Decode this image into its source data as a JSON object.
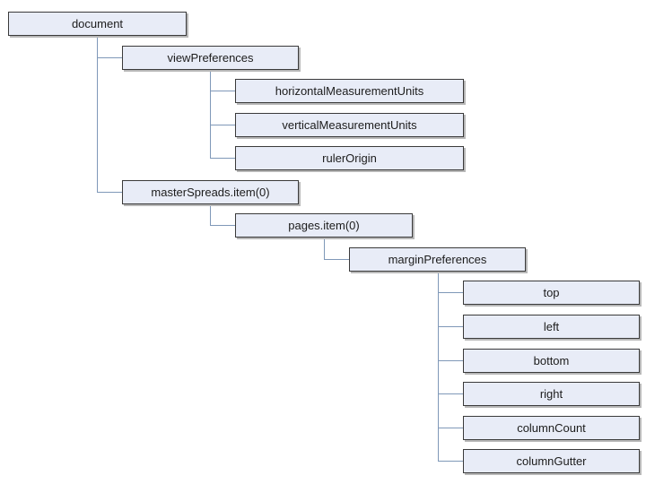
{
  "diagram": {
    "nodes": {
      "document": "document",
      "viewPreferences": "viewPreferences",
      "horizontalMeasurementUnits": "horizontalMeasurementUnits",
      "verticalMeasurementUnits": "verticalMeasurementUnits",
      "rulerOrigin": "rulerOrigin",
      "masterSpreads": "masterSpreads.item(0)",
      "pages": "pages.item(0)",
      "marginPreferences": "marginPreferences",
      "top": "top",
      "left": "left",
      "bottom": "bottom",
      "right": "right",
      "columnCount": "columnCount",
      "columnGutter": "columnGutter"
    },
    "colors": {
      "node_fill": "#e8ecf7",
      "node_border": "#3a3a3a",
      "connector": "#7f98b8"
    }
  }
}
